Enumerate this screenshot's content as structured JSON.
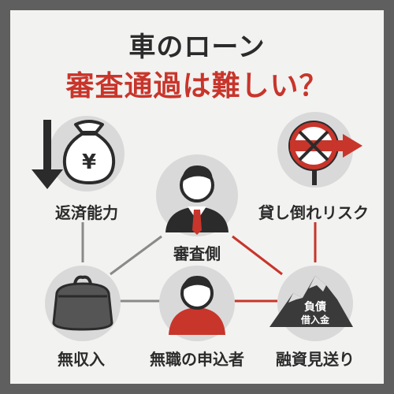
{
  "title": {
    "line1": "車のローン",
    "line2": "審査通過は難しい？"
  },
  "nodes": {
    "repayment": "返済能力",
    "default_risk": "貸し倒れリスク",
    "reviewer": "審査側",
    "no_income": "無収入",
    "unemployed_applicant": "無職の申込者",
    "loan_denial": "融資見送り"
  },
  "icons": {
    "money_bag_symbol": "¥",
    "debt_line1": "負債",
    "debt_line2": "借入金"
  },
  "colors": {
    "accent_red": "#c8352b",
    "dark": "#2b2b2b",
    "circle_gray": "#d9d9d9",
    "line_gray": "#8a8a8a"
  }
}
